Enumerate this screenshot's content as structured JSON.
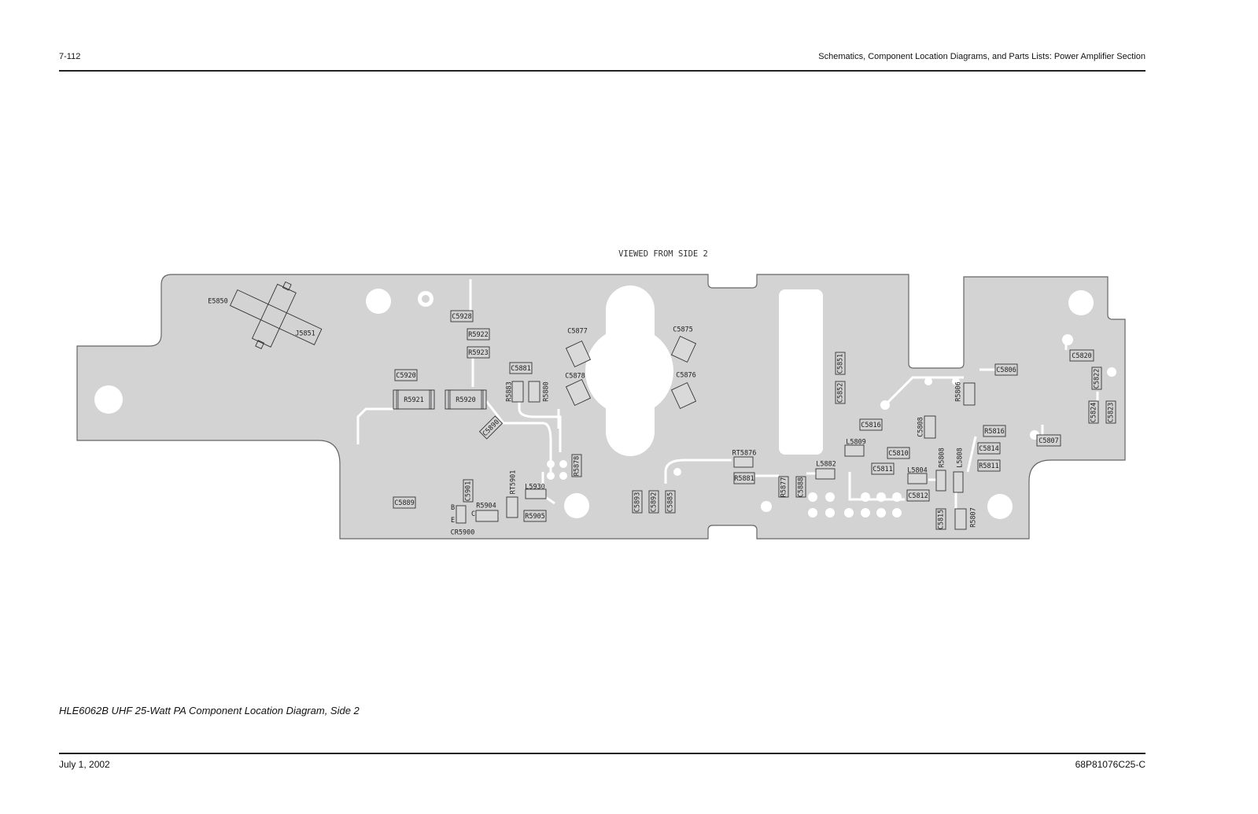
{
  "header": {
    "page_number": "7-112",
    "section_title": "Schematics, Component Location Diagrams, and Parts Lists: Power Amplifier Section"
  },
  "diagram": {
    "view_label": "VIEWED FROM SIDE 2",
    "components": [
      {
        "label": "E5850"
      },
      {
        "label": "J5851"
      },
      {
        "label": "C5928"
      },
      {
        "label": "R5922"
      },
      {
        "label": "R5923"
      },
      {
        "label": "C5920"
      },
      {
        "label": "R5921"
      },
      {
        "label": "R5920"
      },
      {
        "label": "C5881"
      },
      {
        "label": "R5883"
      },
      {
        "label": "R5880"
      },
      {
        "label": "C5890"
      },
      {
        "label": "C5877"
      },
      {
        "label": "C5878"
      },
      {
        "label": "C5875"
      },
      {
        "label": "C5876"
      },
      {
        "label": "R5878"
      },
      {
        "label": "C5889"
      },
      {
        "label": "C5901"
      },
      {
        "label": "RT5901"
      },
      {
        "label": "L5930"
      },
      {
        "label": "R5904"
      },
      {
        "label": "R5905"
      },
      {
        "label": "CR5900"
      },
      {
        "label": "C5893"
      },
      {
        "label": "C5892"
      },
      {
        "label": "C5885"
      },
      {
        "label": "RT5876"
      },
      {
        "label": "R5881"
      },
      {
        "label": "R5877"
      },
      {
        "label": "C5888"
      },
      {
        "label": "L5882"
      },
      {
        "label": "C5851"
      },
      {
        "label": "C5852"
      },
      {
        "label": "C5816"
      },
      {
        "label": "L5809"
      },
      {
        "label": "C5810"
      },
      {
        "label": "C5811"
      },
      {
        "label": "L5804"
      },
      {
        "label": "C5812"
      },
      {
        "label": "C5808"
      },
      {
        "label": "R5808"
      },
      {
        "label": "L5808"
      },
      {
        "label": "C5815"
      },
      {
        "label": "R5807"
      },
      {
        "label": "R5816"
      },
      {
        "label": "C5814"
      },
      {
        "label": "R5811"
      },
      {
        "label": "C5806"
      },
      {
        "label": "R5806"
      },
      {
        "label": "C5807"
      },
      {
        "label": "C5820"
      },
      {
        "label": "C5822"
      },
      {
        "label": "C5824"
      },
      {
        "label": "C5823"
      }
    ],
    "transistor_pins": {
      "b": "B",
      "e": "E",
      "c": "C"
    }
  },
  "caption": "HLE6062B  UHF 25-Watt PA Component Location Diagram, Side 2",
  "footer": {
    "date": "July 1, 2002",
    "doc_number": "68P81076C25-C"
  }
}
